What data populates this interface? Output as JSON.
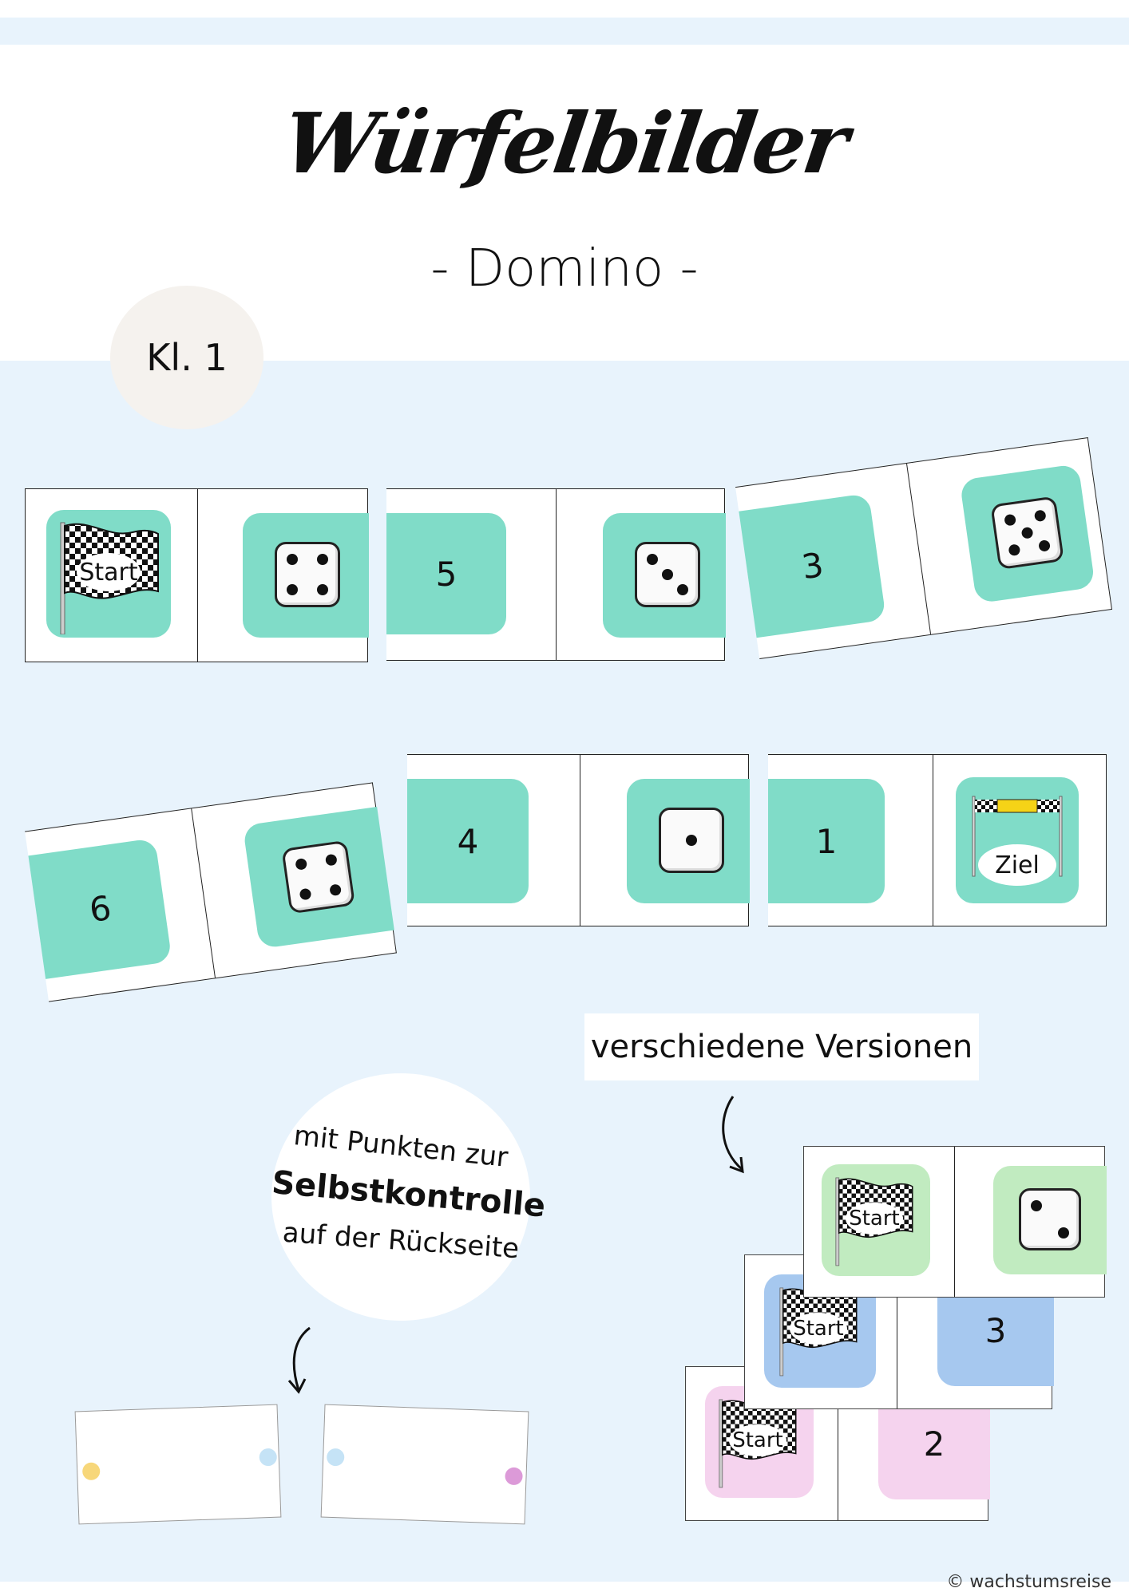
{
  "title": "Würfelbilder",
  "subtitle": "- Domino -",
  "grade": "Kl. 1",
  "flag_label": "Start",
  "finish_label": "Ziel",
  "numbers": {
    "n5": "5",
    "n3": "3",
    "n6": "6",
    "n4": "4",
    "n1": "1",
    "n3b": "3",
    "n2": "2"
  },
  "dice_values": [
    4,
    3,
    5,
    4,
    1,
    2
  ],
  "versions_label": "verschiedene Versionen",
  "selfcheck": {
    "line1": "mit Punkten zur",
    "line2": "Selbstkontrolle",
    "line3": "auf der Rückseite"
  },
  "copyright": "© wachstumsreise",
  "colors": {
    "mint": "#80dcc8",
    "green": "#c1ebc0",
    "blue": "#a6c8ef",
    "pink": "#f5d3ee",
    "background": "#e8f3fc",
    "dot_yellow": "#f7d77a",
    "dot_blue": "#c5e3f6",
    "dot_pink": "#dc9ad8"
  }
}
